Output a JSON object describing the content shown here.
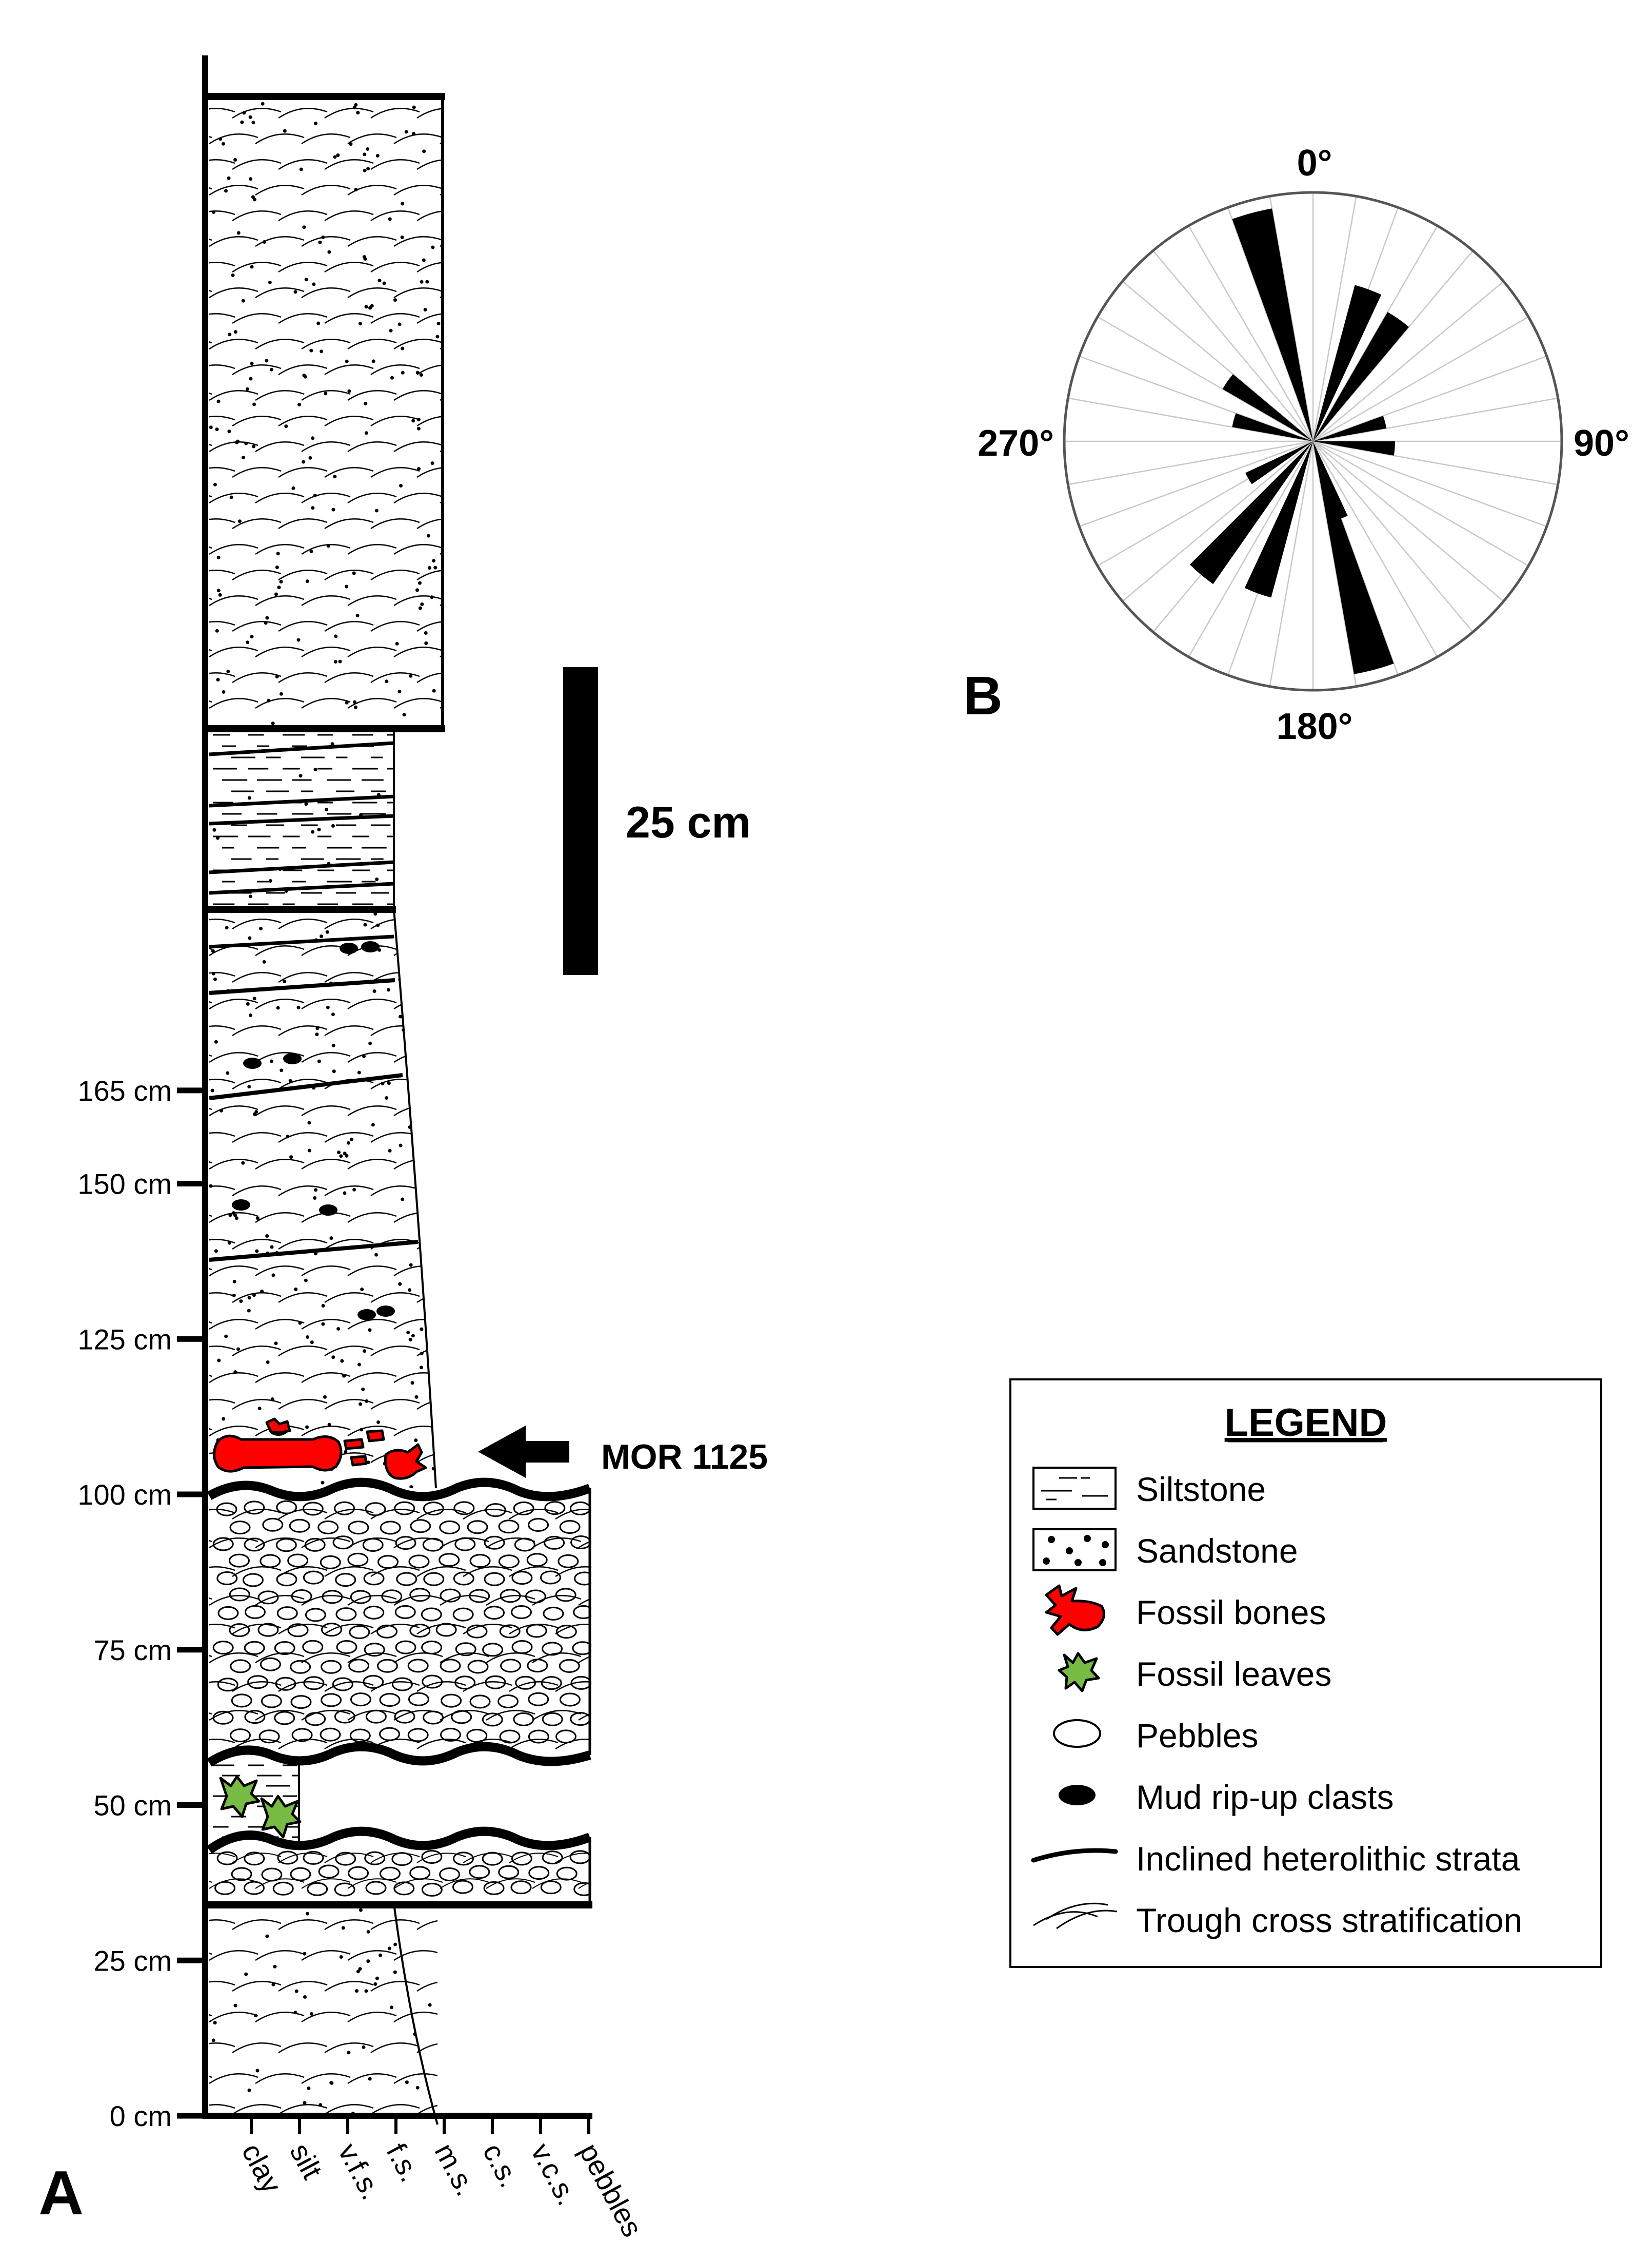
{
  "panel_a": {
    "label": "A",
    "depth_labels": [
      "0 cm",
      "25 cm",
      "50 cm",
      "75 cm",
      "100 cm",
      "125 cm",
      "150 cm",
      "165 cm"
    ],
    "depth_values": [
      0,
      25,
      50,
      75,
      100,
      125,
      150,
      165
    ],
    "grain_sizes": [
      "clay",
      "silt",
      "v.f.s.",
      "f.s.",
      "m.s.",
      "c.s.",
      "v.c.s.",
      "pebbles"
    ],
    "scale_bar_label": "25 cm",
    "specimen_label": "MOR 1125"
  },
  "panel_b": {
    "label": "B",
    "directions": [
      "0°",
      "90°",
      "180°",
      "270°"
    ],
    "petals": [
      {
        "azimuth_deg": 345,
        "length": 0.95
      },
      {
        "azimuth_deg": 20,
        "length": 0.65
      },
      {
        "azimuth_deg": 35,
        "length": 0.6
      },
      {
        "azimuth_deg": 75,
        "length": 0.3
      },
      {
        "azimuth_deg": 95,
        "length": 0.33
      },
      {
        "azimuth_deg": 160,
        "length": 0.33
      },
      {
        "azimuth_deg": 165,
        "length": 0.95
      },
      {
        "azimuth_deg": 200,
        "length": 0.65
      },
      {
        "azimuth_deg": 220,
        "length": 0.7
      },
      {
        "azimuth_deg": 240,
        "length": 0.3
      },
      {
        "azimuth_deg": 285,
        "length": 0.33
      },
      {
        "azimuth_deg": 305,
        "length": 0.42
      }
    ]
  },
  "legend": {
    "title": "LEGEND",
    "items": [
      {
        "icon": "siltstone-icon",
        "label": "Siltstone"
      },
      {
        "icon": "sandstone-icon",
        "label": "Sandstone"
      },
      {
        "icon": "fossil-bone-icon",
        "label": "Fossil bones"
      },
      {
        "icon": "fossil-leaf-icon",
        "label": "Fossil leaves"
      },
      {
        "icon": "pebble-icon",
        "label": "Pebbles"
      },
      {
        "icon": "mud-clast-icon",
        "label": "Mud rip-up clasts"
      },
      {
        "icon": "inclined-strata-icon",
        "label": "Inclined heterolithic strata"
      },
      {
        "icon": "trough-cross-icon",
        "label": "Trough cross stratification"
      }
    ]
  },
  "colors": {
    "ink": "#000000",
    "bone": "#ff0000",
    "leaf": "#77bb44",
    "grid": "#c8c8c8"
  }
}
